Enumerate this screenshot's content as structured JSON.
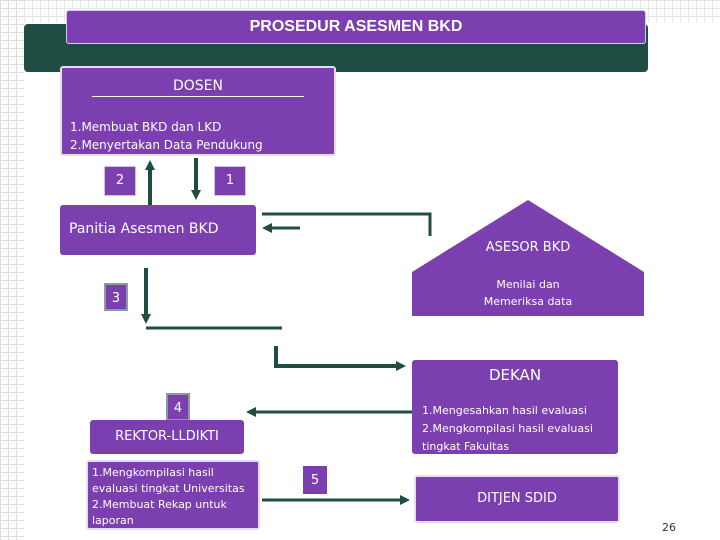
{
  "title": "PROSEDUR ASESMEN BKD",
  "dosen": {
    "heading": "DOSEN",
    "items": [
      "1.Membuat BKD dan LKD",
      "2.Menyertakan Data Pendukung"
    ]
  },
  "steps": {
    "s1": "1",
    "s2": "2",
    "s3": "3",
    "s4": "4",
    "s5": "5"
  },
  "panitia": "Panitia Asesmen BKD",
  "asesor": {
    "heading": "ASESOR BKD",
    "sub": [
      "Menilai dan",
      "Memeriksa data"
    ]
  },
  "dekan": {
    "heading": "DEKAN",
    "items": [
      "1.Mengesahkan hasil evaluasi",
      "2.Mengkompilasi hasil evaluasi",
      "tingkat Fakultas"
    ]
  },
  "rektor": {
    "heading": "REKTOR-LLDIKTI",
    "items": [
      "1.Mengkompilasi hasil",
      "evaluasi tingkat Universitas",
      "2.Membuat Rekap untuk",
      "laporan"
    ]
  },
  "ditjen": "DITJEN SDID",
  "page_number": "26",
  "colors": {
    "box": "#7b3fb0",
    "arrow": "#1f4d44",
    "band": "#1f4d44"
  }
}
